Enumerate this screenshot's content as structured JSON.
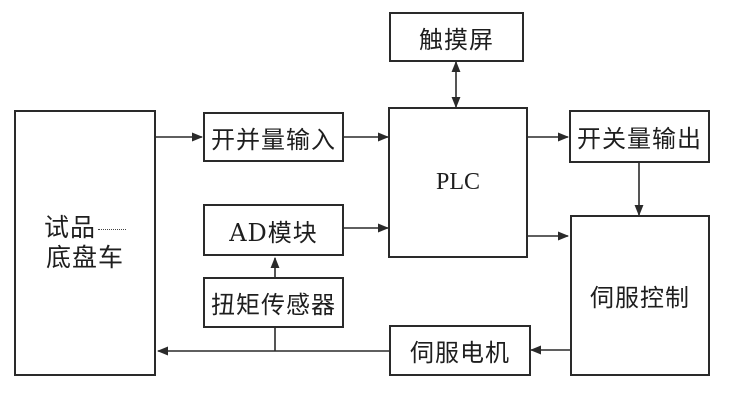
{
  "blocks": {
    "chassis_line1": "试品",
    "chassis_line2": "底盘车",
    "switch_input": "开并量输入",
    "ad_module": "AD模块",
    "torque_sensor": "扭矩传感器",
    "touchscreen": "触摸屏",
    "plc": "PLC",
    "switch_output": "开关量输出",
    "servo_control": "伺服控制",
    "servo_motor": "伺服电机"
  }
}
